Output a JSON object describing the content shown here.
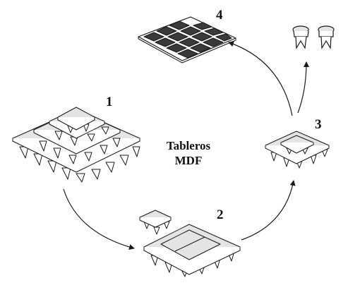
{
  "title_line1": "Tableros",
  "title_line2": "MDF",
  "steps": [
    {
      "number": "1"
    },
    {
      "number": "2"
    },
    {
      "number": "3"
    },
    {
      "number": "4"
    }
  ],
  "colors": {
    "board_fill": "#e4e4e4",
    "stroke": "#1a1a1a",
    "background": "#ffffff"
  }
}
